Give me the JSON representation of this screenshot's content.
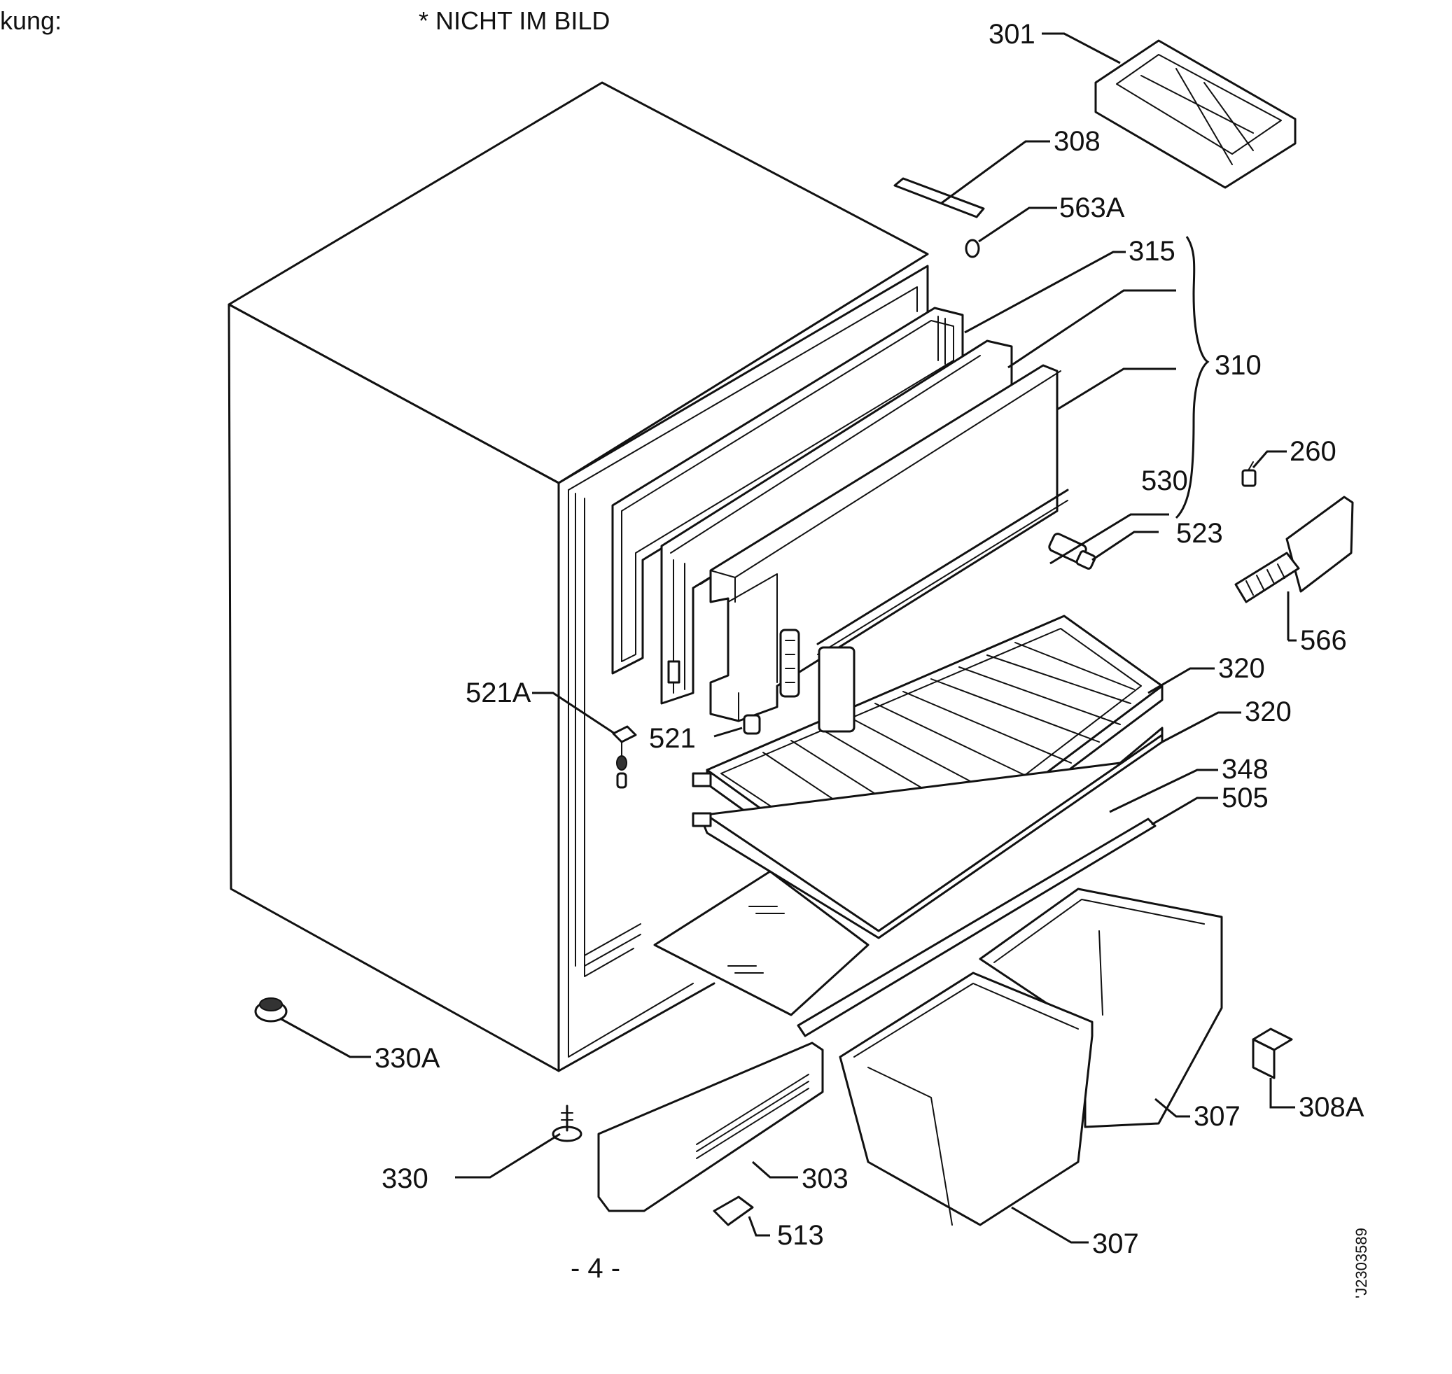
{
  "header": {
    "left_text": "kung:",
    "note": "* NICHT IM BILD"
  },
  "page_number": "- 4 -",
  "doc_code": "'J2303589",
  "part_labels": [
    "301",
    "308",
    "563A",
    "315",
    "310",
    "260",
    "530",
    "523",
    "566",
    "320",
    "320",
    "348",
    "505",
    "521A",
    "521",
    "330A",
    "330",
    "303",
    "513",
    "307",
    "307",
    "308A"
  ]
}
